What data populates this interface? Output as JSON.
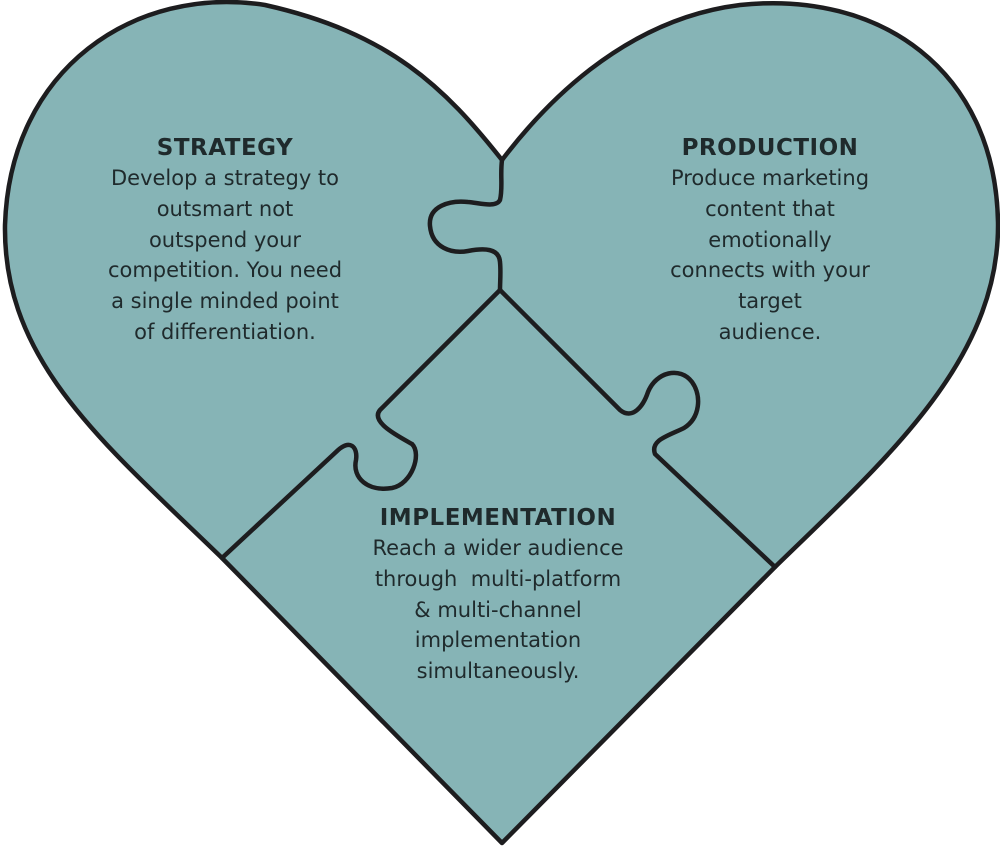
{
  "colors": {
    "fill": "#86b4b6",
    "stroke": "#1d1d1f",
    "text": "#1f2a2c"
  },
  "pieces": {
    "strategy": {
      "title": "STRATEGY",
      "lines": [
        "Develop a strategy to",
        "outsmart not",
        "outspend your",
        "competition. You need",
        "a single minded point",
        "of differentiation."
      ]
    },
    "production": {
      "title": "PRODUCTION",
      "lines": [
        "Produce marketing",
        "content that",
        "emotionally",
        "connects with your",
        "target",
        "audience."
      ]
    },
    "implementation": {
      "title": "IMPLEMENTATION",
      "lines": [
        "Reach a wider audience",
        "through  multi-platform",
        "& multi-channel",
        "implementation",
        "simultaneously."
      ]
    }
  }
}
